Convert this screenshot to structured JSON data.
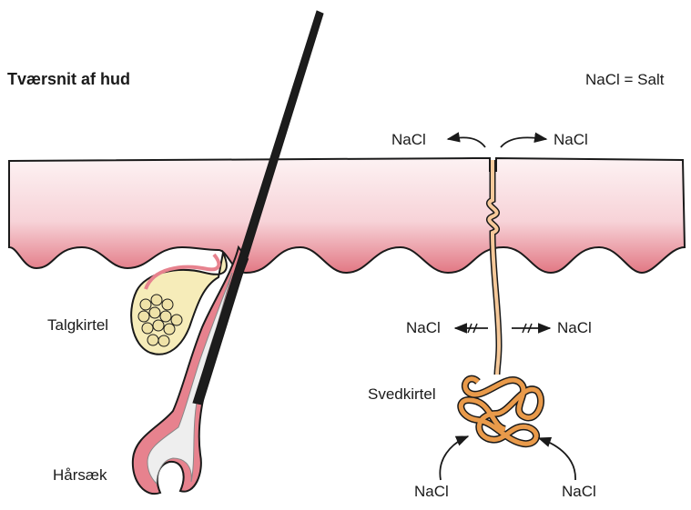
{
  "title": "Tværsnit af hud",
  "legend": "NaCl = Salt",
  "labels": {
    "nacl_left": "NaCl",
    "nacl_right": "NaCl",
    "nacl_mid_left": "NaCl",
    "nacl_mid_right": "NaCl",
    "nacl_bottom_left": "NaCl",
    "nacl_bottom_right": "NaCl",
    "sebaceous": "Talgkirtel",
    "sweat": "Svedkirtel",
    "follicle": "Hårsæk"
  },
  "colors": {
    "skin_fill": "#f9d7dc",
    "skin_deep": "#e0707c",
    "follicle_wall": "#e7828e",
    "hair": "#1c1c1c",
    "gland_fill": "#f6ecb9",
    "sweat_duct": "#f6c99a",
    "sweat_gland": "#e99a4a",
    "outline": "#1a1a1a"
  },
  "icons": [
    "blocked-arrow-icon",
    "arrow-icon"
  ]
}
